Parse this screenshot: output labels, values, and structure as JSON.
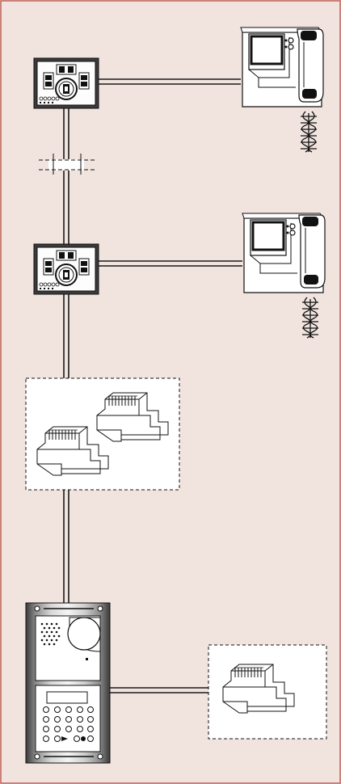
{
  "diagram": {
    "background_color": "#f1e4df",
    "frame_color": "#c0605a",
    "line_color": "#1a1a1a",
    "devices": [
      {
        "id": "distributor-top",
        "icon": "video-distributor-icon"
      },
      {
        "id": "monitor-top",
        "icon": "video-intercom-monitor-icon"
      },
      {
        "id": "cable-break",
        "icon": "cable-break-icon"
      },
      {
        "id": "distributor-middle",
        "icon": "video-distributor-icon"
      },
      {
        "id": "monitor-middle",
        "icon": "video-intercom-monitor-icon"
      },
      {
        "id": "power-supply-group",
        "icon": "din-rail-power-supply-icon",
        "count": 2
      },
      {
        "id": "entrance-panel",
        "icon": "outdoor-entrance-panel-icon"
      },
      {
        "id": "panel-power-supply",
        "icon": "din-rail-power-supply-icon",
        "count": 1
      }
    ]
  }
}
